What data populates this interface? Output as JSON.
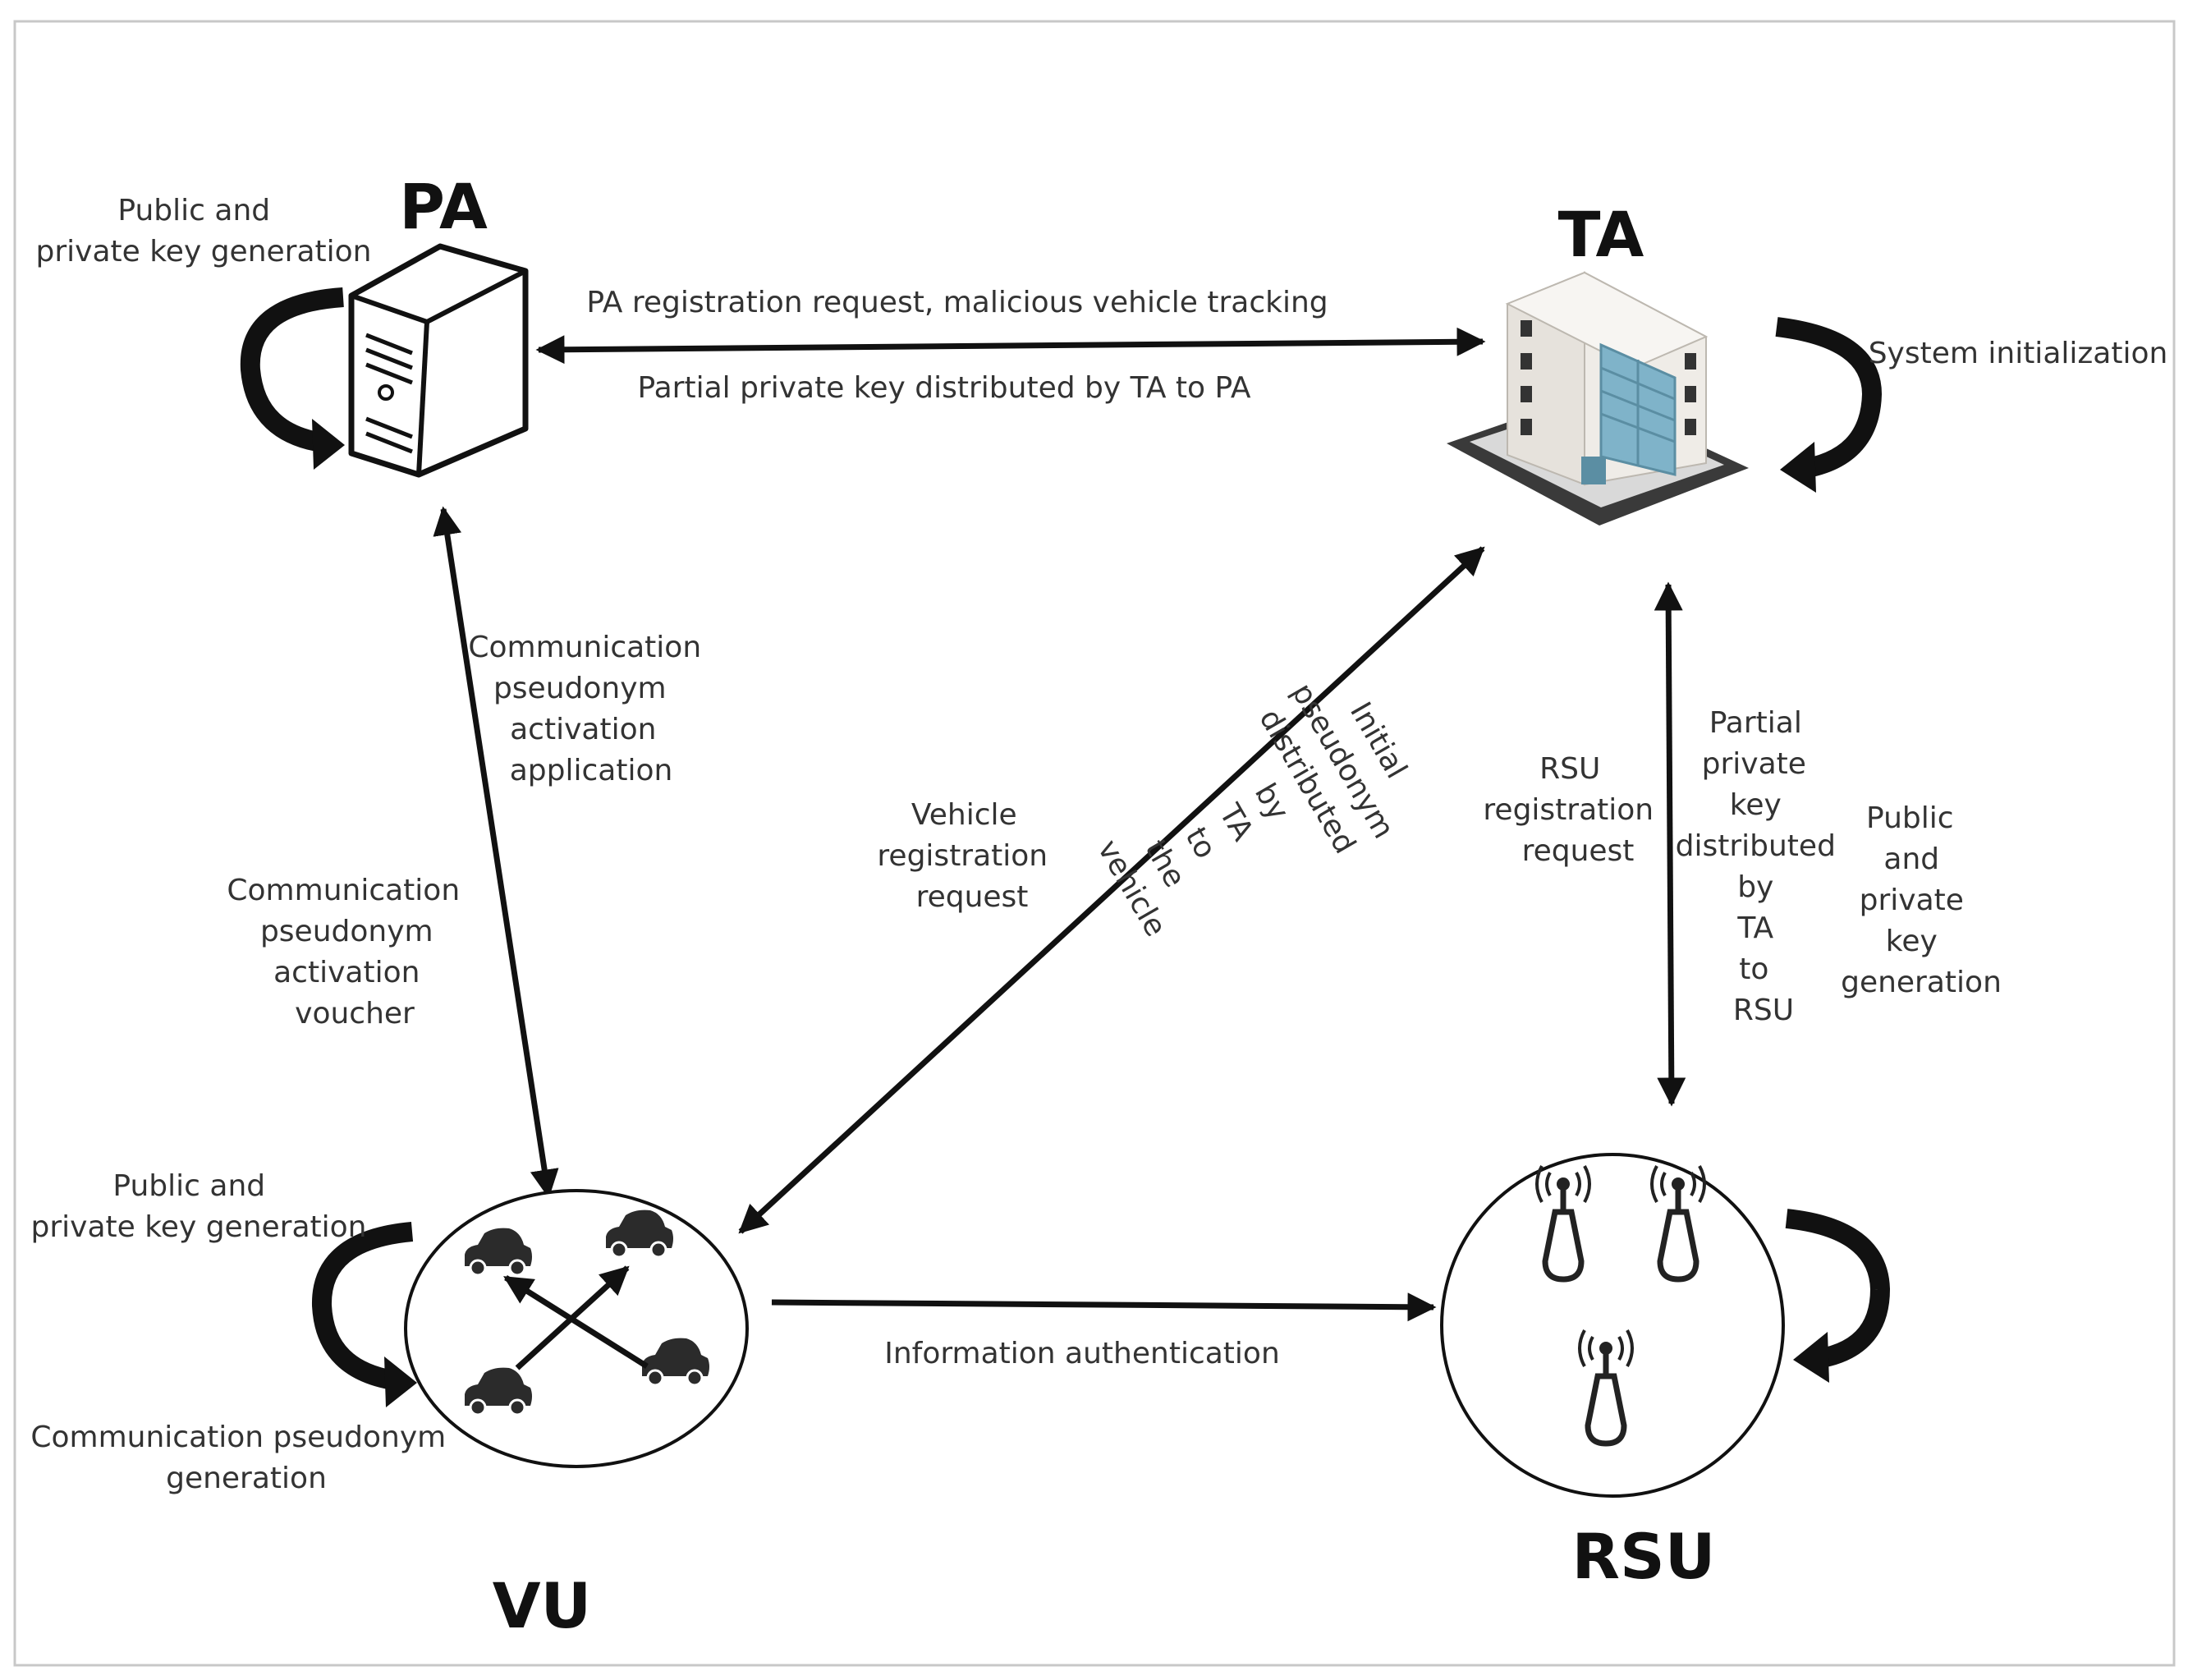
{
  "nodes": {
    "pa": "PA",
    "ta": "TA",
    "vu": "VU",
    "rsu": "RSU"
  },
  "labels": {
    "pa_keygen": [
      "Public and",
      "private key generation"
    ],
    "pa_ta_top": "PA registration request, malicious vehicle tracking",
    "pa_ta_bottom": "Partial private key distributed by TA to PA",
    "ta_init": "System initialization",
    "pa_vu_right": [
      "Communication",
      "pseudonym",
      "activation",
      "application"
    ],
    "pa_vu_left": [
      "Communication",
      "pseudonym",
      "activation",
      "voucher"
    ],
    "vehicle_reg": [
      "Vehicle",
      "registration",
      "request"
    ],
    "initial_pseudonym": [
      "Initial",
      "pseudonym",
      "distributed",
      "by",
      "TA",
      "to",
      "the",
      "vehicle"
    ],
    "rsu_reg": [
      "RSU",
      "registration",
      "request"
    ],
    "rsu_partial_key": [
      "Partial",
      "private",
      "key",
      "distributed",
      "by",
      "TA",
      "to",
      "RSU"
    ],
    "rsu_keygen": [
      "Public",
      "and",
      "private",
      "key",
      "generation"
    ],
    "vu_keygen": [
      "Public and",
      "private key generation"
    ],
    "vu_pseudonym_gen": [
      "Communication pseudonym",
      "generation"
    ],
    "info_auth": "Information authentication"
  },
  "icons": [
    "server-icon",
    "building-icon",
    "car-icon",
    "antenna-icon",
    "cycle-arrow-icon"
  ],
  "colors": {
    "stroke": "#111111",
    "text": "#333333",
    "building_glass": "#7fb3c9",
    "building_wall": "#e6e2dc"
  }
}
